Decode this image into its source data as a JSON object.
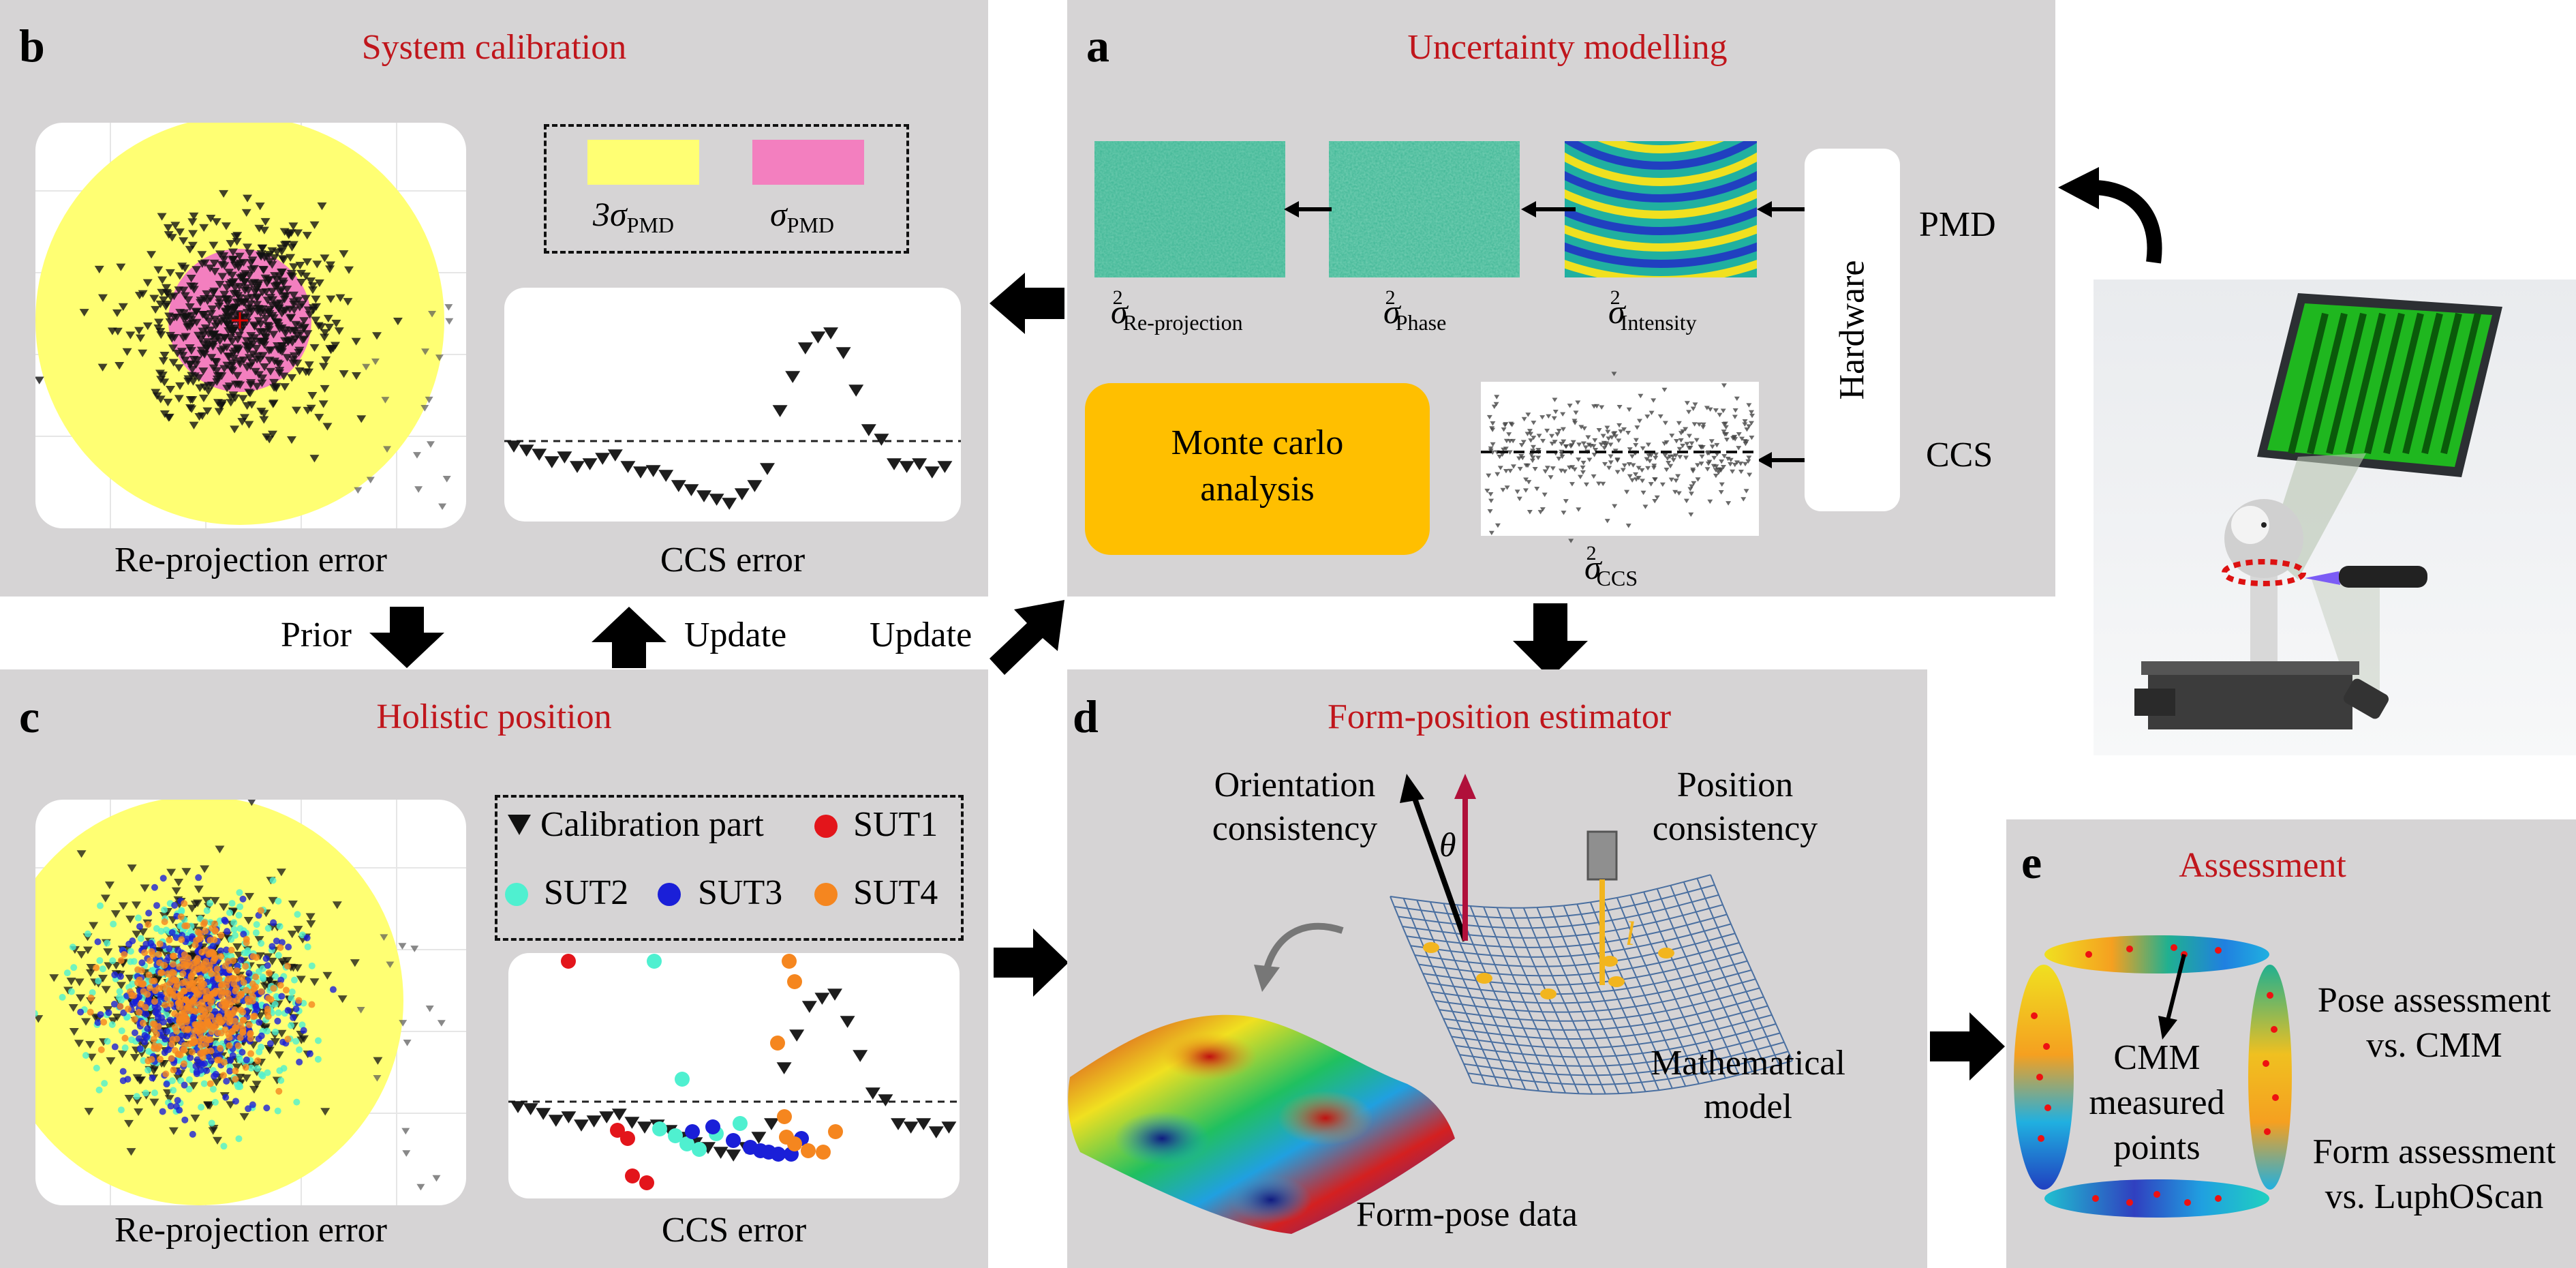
{
  "panel_a": {
    "letter": "a",
    "title": "Uncertainty modelling",
    "sigma_reprojection": "Re-projection",
    "sigma_phase": "Phase",
    "sigma_intensity": "Intensity",
    "sigma_ccs": "CCS",
    "sigma_symbol": "σ",
    "sigma_power": "2",
    "hardware": "Hardware",
    "pmd": "PMD",
    "ccs": "CCS",
    "monte_carlo_line1": "Monte carlo",
    "monte_carlo_line2": "analysis"
  },
  "panel_b": {
    "letter": "b",
    "title": "System calibration",
    "legend_3sigma": "3σ",
    "legend_sigma": "σ",
    "legend_sub": "PMD",
    "reprojection_label": "Re-projection error",
    "ccs_label": "CCS error",
    "colors": {
      "three_sigma": "#ffff73",
      "sigma": "#f37fbf"
    }
  },
  "panel_c": {
    "letter": "c",
    "title": "Holistic position",
    "legend": [
      "Calibration part",
      "SUT1",
      "SUT2",
      "SUT3",
      "SUT4"
    ],
    "reprojection_label": "Re-projection error",
    "ccs_label": "CCS error",
    "colors": {
      "SUT1": "#e3151b",
      "SUT2": "#4ff0d0",
      "SUT3": "#1a1fd8",
      "SUT4": "#f5861f"
    }
  },
  "panel_d": {
    "letter": "d",
    "title": "Form-position estimator",
    "orientation_line1": "Orientation",
    "orientation_line2": "consistency",
    "position_line1": "Position",
    "position_line2": "consistency",
    "theta": "θ",
    "l": "l",
    "math_line1": "Mathematical",
    "math_line2": "model",
    "formpose": "Form-pose data"
  },
  "panel_e": {
    "letter": "e",
    "title": "Assessment",
    "cmm_line1": "CMM",
    "cmm_line2": "measured",
    "cmm_line3": "points",
    "pose_line1": "Pose assessment",
    "pose_line2": "vs. CMM",
    "form_line1": "Form assessment",
    "form_line2": "vs. LuphOScan"
  },
  "arrows": {
    "prior": "Prior",
    "update_left": "Update",
    "update_right": "Update"
  }
}
